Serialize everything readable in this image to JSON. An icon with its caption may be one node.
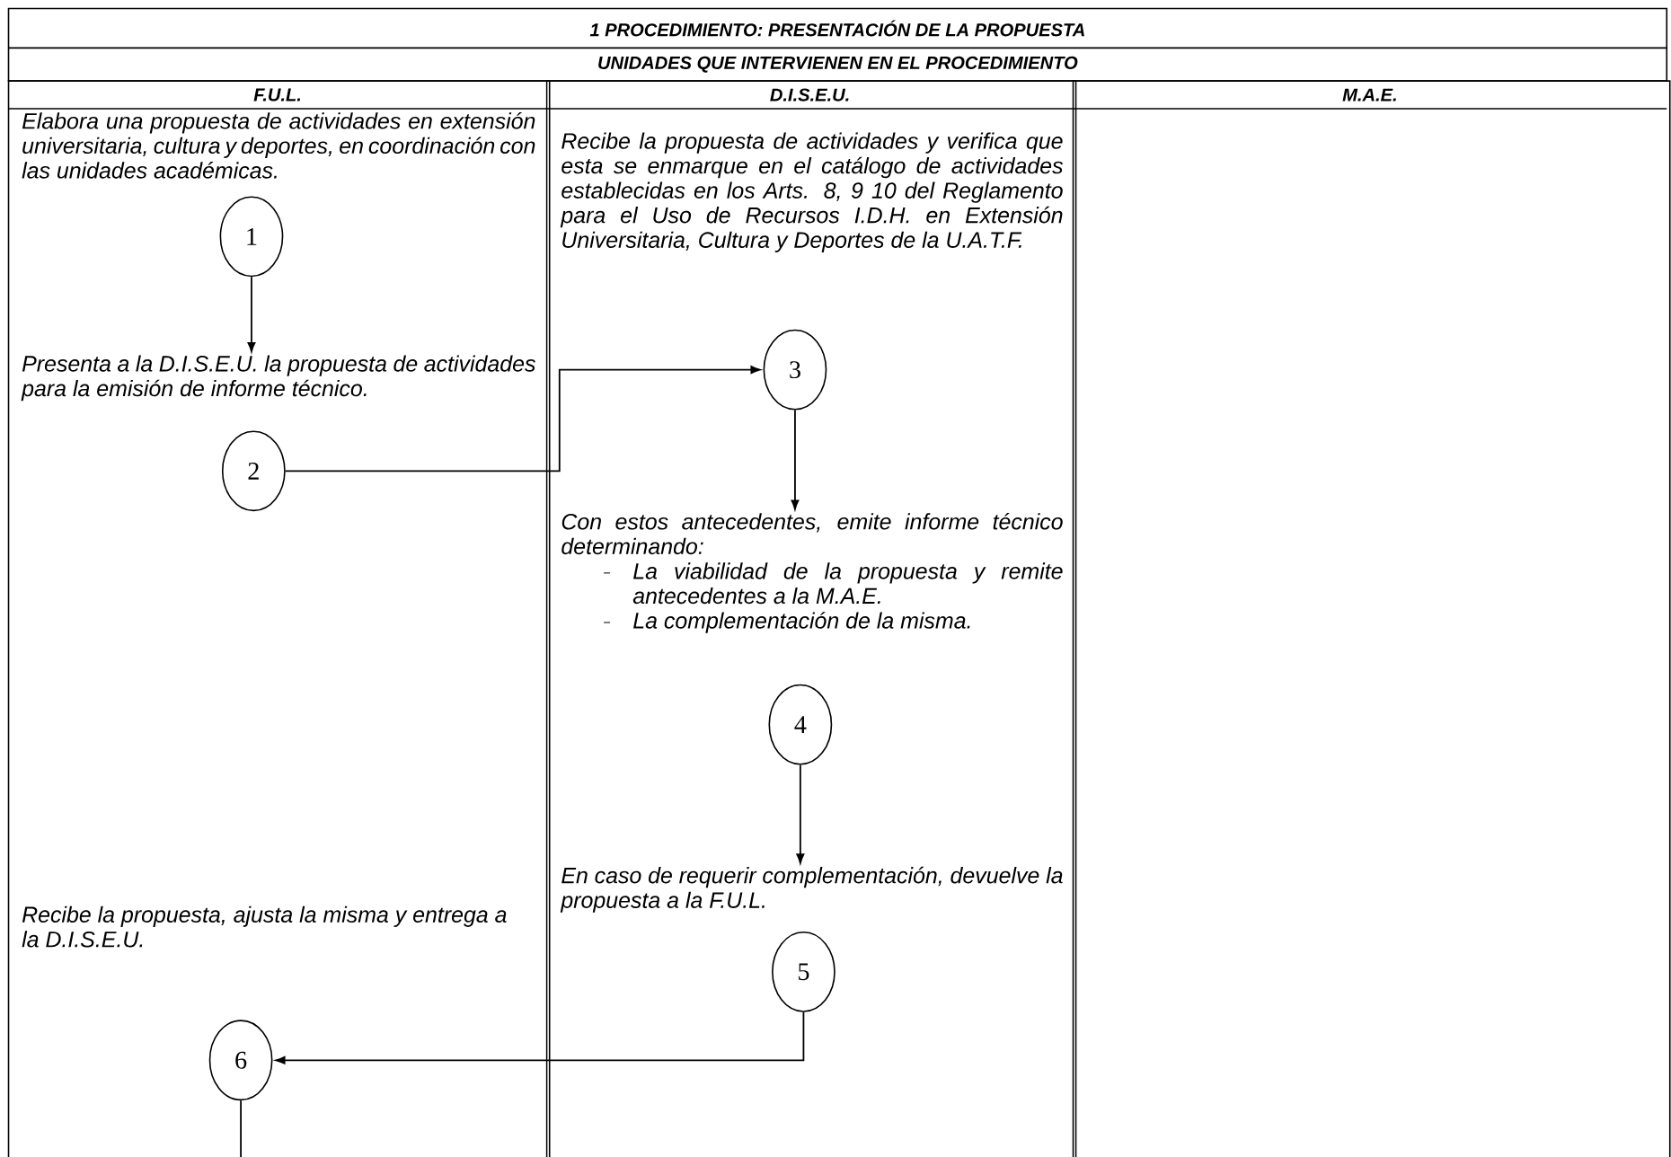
{
  "diagram": {
    "title": "1 PROCEDIMIENTO: PRESENTACIÓN DE LA PROPUESTA",
    "nodes": [
      {
        "text": [
          "F.U.L."
        ]
      },
      {
        "text": [
          "D.I.S.E.U."
        ]
      },
      {
        "text": [
          "M.A.E."
        ]
      },
      {
        "text": [
          "Elabora una propuesta de actividades en extensión universitaria, cultura y deportes, en coordinación con las unidades académicas."
        ],
        "in": 0
      },
      {
        "text": [
          "1"
        ],
        "in": 0
      },
      {
        "text": [
          "Presenta a la D.I.S.E.U. la propuesta de actividades para la emisión de informe técnico."
        ],
        "in": 0
      },
      {
        "text": [
          "2"
        ],
        "in": 0
      },
      {
        "text": [
          "Recibe la propuesta de actividades y verifica que esta se enmarque en el catálogo de actividades establecidas en los Arts. 8, 9 10 del Reglamento para el Uso de Recursos I.D.H. en Extensión Universitaria, Cultura y Deportes de la U.A.T.F."
        ],
        "in": 1
      },
      {
        "text": [
          "3"
        ],
        "in": 1
      },
      {
        "text": [
          "Con estos antecedentes, emite informe técnico determinando:",
          "La viabilidad de la propuesta y remite antecedentes a la M.A.E.",
          "La complementación de la misma."
        ],
        "in": 1
      },
      {
        "text": [
          "4"
        ],
        "in": 1
      },
      {
        "text": [
          "En caso de requerir complementación, devuelve la propuesta a la F.U.L."
        ],
        "in": 1
      },
      {
        "text": [
          "5"
        ],
        "in": 1
      },
      {
        "text": [
          "Recibe la propuesta, ajusta la misma y entrega a la D.I.S.E.U."
        ],
        "in": 0
      },
      {
        "text": [
          "6"
        ],
        "in": 0
      }
    ],
    "edges": [
      {
        "from": 4,
        "to": 5,
        "arrow": "to"
      },
      {
        "from": 6,
        "to": 8,
        "arrow": "to"
      },
      {
        "from": 8,
        "to": 9,
        "arrow": "to"
      },
      {
        "from": 10,
        "to": 11,
        "arrow": "to"
      },
      {
        "from": 12,
        "to": 14,
        "arrow": "to"
      },
      {
        "from": 14,
        "to": null,
        "arrow": "none"
      }
    ],
    "labels": [
      "UNIDADES QUE INTERVIENEN EN EL PROCEDIMIENTO"
    ]
  }
}
